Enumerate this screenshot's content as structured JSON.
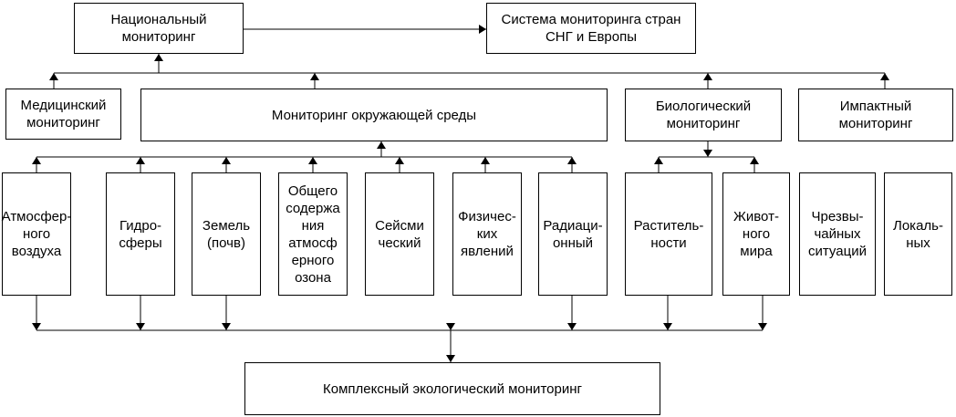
{
  "boxes": {
    "national": "Национальный\nмониторинг",
    "cis_europe": "Система мониторинга стран\nСНГ и Европы",
    "medical": "Медицинский\nмониторинг",
    "environment": "Мониторинг окружающей среды",
    "biological": "Биологический\nмониторинг",
    "impact": "Импактный\nмониторинг",
    "atmospheric": "Атмосфер-\nного\nвоздуха",
    "hydrosphere": "Гидро-\nсферы",
    "lands": "Земель\n(почв)",
    "ozone": "Общего\nсодержа\nния\nатмосф\nерного\nозона",
    "seismic": "Сейсми\nческий",
    "physical": "Физичес-\nких\nявлений",
    "radiation": "Радиаци-\nонный",
    "vegetation": "Раститель-\nности",
    "animal": "Живот-\nного\nмира",
    "emergency": "Чрезвы-\nчайных\nситуаций",
    "local": "Локаль-\nных",
    "integrated": "Комплексный экологический мониторинг"
  }
}
